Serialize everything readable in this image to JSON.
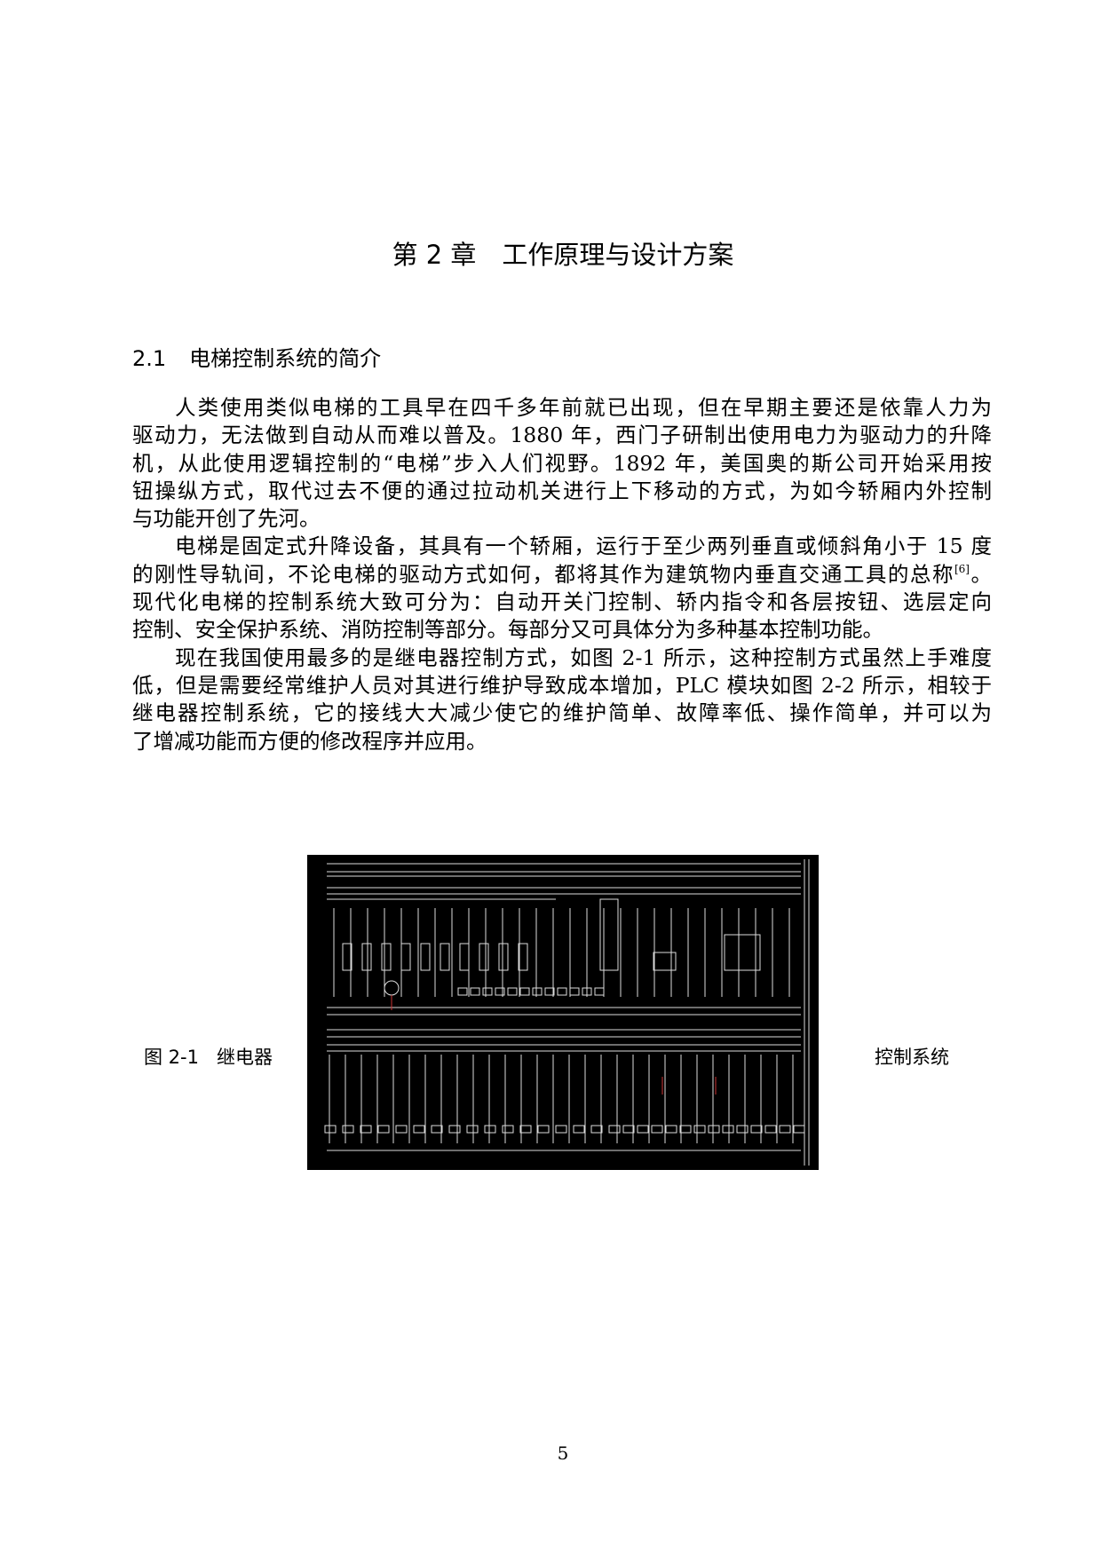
{
  "chapter_title": "第 2 章　工作原理与设计方案",
  "section": {
    "number": "2.1",
    "title": "电梯控制系统的简介"
  },
  "paragraphs": [
    {
      "lines": [
        "人类使用类似电梯的工具早在四千多年前就已出现，但在早期主要还是依靠人力为",
        "驱动力，无法做到自动从而难以普及。1880 年，西门子研制出使用电力为驱动力的升降",
        "机，从此使用逻辑控制的“电梯”步入人们视野。1892 年，美国奥的斯公司开始采用按",
        "钮操纵方式，取代过去不便的通过拉动机关进行上下移动的方式，为如今轿厢内外控制",
        "与功能开创了先河。"
      ]
    },
    {
      "lines": [
        "电梯是固定式升降设备，其具有一个轿厢，运行于至少两列垂直或倾斜角小于 15 度",
        "的刚性导轨间，不论电梯的驱动方式如何，都将其作为建筑物内垂直交通工具的总称",
        "现代化电梯的控制系统大致可分为：自动开关门控制、轿内指令和各层按钮、选层定向",
        "控制、安全保护系统、消防控制等部分。每部分又可具体分为多种基本控制功能。"
      ],
      "citation": "[6]",
      "citation_tail": "。"
    },
    {
      "lines": [
        "现在我国使用最多的是继电器控制方式，如图 2-1 所示，这种控制方式虽然上手难度",
        "低，但是需要经常维护人员对其进行维护导致成本增加，PLC 模块如图 2-2 所示，相较于",
        "继电器控制系统，它的接线大大减少使它的维护简单、故障率低、操作简单，并可以为",
        "了增减功能而方便的修改程序并应用。"
      ]
    }
  ],
  "figure": {
    "number": "图 2-1",
    "caption_left": "继电器",
    "caption_right": "控制系统"
  },
  "page_number": "5"
}
